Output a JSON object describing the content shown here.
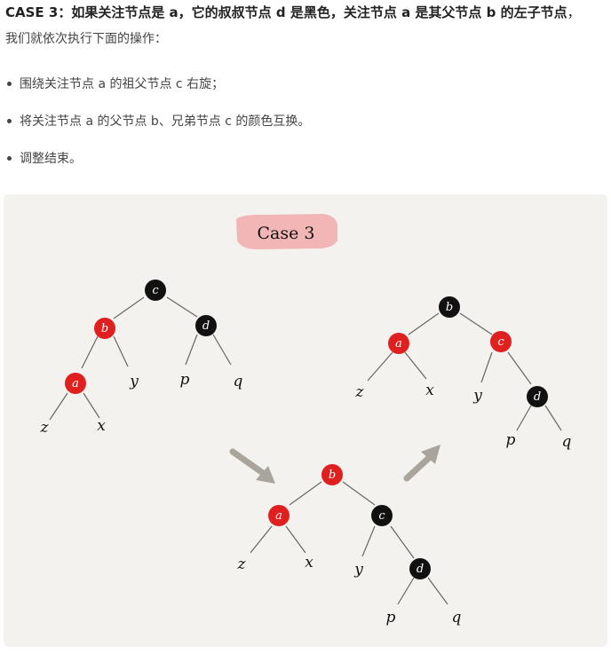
{
  "heading": {
    "bold": "CASE 3：如果关注节点是 a，它的叔叔节点 d 是黑色，关注节点 a 是其父节点 b 的左子节点",
    "tail": "，"
  },
  "subline": "我们就依次执行下面的操作：",
  "steps": [
    "围绕关注节点 a 的祖父节点 c 右旋；",
    "将关注节点 a 的父节点 b、兄弟节点 c 的颜色互换。",
    "调整结束。"
  ],
  "figure": {
    "case_label": "Case 3",
    "colors": {
      "red": "#e0201f",
      "black": "#111111",
      "tag": "#f2b6b6",
      "arrow": "#a9a49c",
      "edge": "#666666"
    },
    "trees": [
      {
        "nodes": [
          {
            "id": "c",
            "label": "c",
            "color": "black"
          },
          {
            "id": "b",
            "label": "b",
            "color": "red"
          },
          {
            "id": "d",
            "label": "d",
            "color": "black"
          },
          {
            "id": "a",
            "label": "a",
            "color": "red"
          }
        ],
        "leaves": [
          "y",
          "p",
          "q",
          "z",
          "x"
        ]
      },
      {
        "nodes": [
          {
            "id": "b",
            "label": "b",
            "color": "red"
          },
          {
            "id": "a",
            "label": "a",
            "color": "red"
          },
          {
            "id": "c",
            "label": "c",
            "color": "black"
          },
          {
            "id": "d",
            "label": "d",
            "color": "black"
          }
        ],
        "leaves": [
          "z",
          "x",
          "y",
          "p",
          "q"
        ]
      },
      {
        "nodes": [
          {
            "id": "b",
            "label": "b",
            "color": "black"
          },
          {
            "id": "a",
            "label": "a",
            "color": "red"
          },
          {
            "id": "c",
            "label": "c",
            "color": "red"
          },
          {
            "id": "d",
            "label": "d",
            "color": "black"
          }
        ],
        "leaves": [
          "z",
          "x",
          "y",
          "p",
          "q"
        ]
      }
    ]
  }
}
